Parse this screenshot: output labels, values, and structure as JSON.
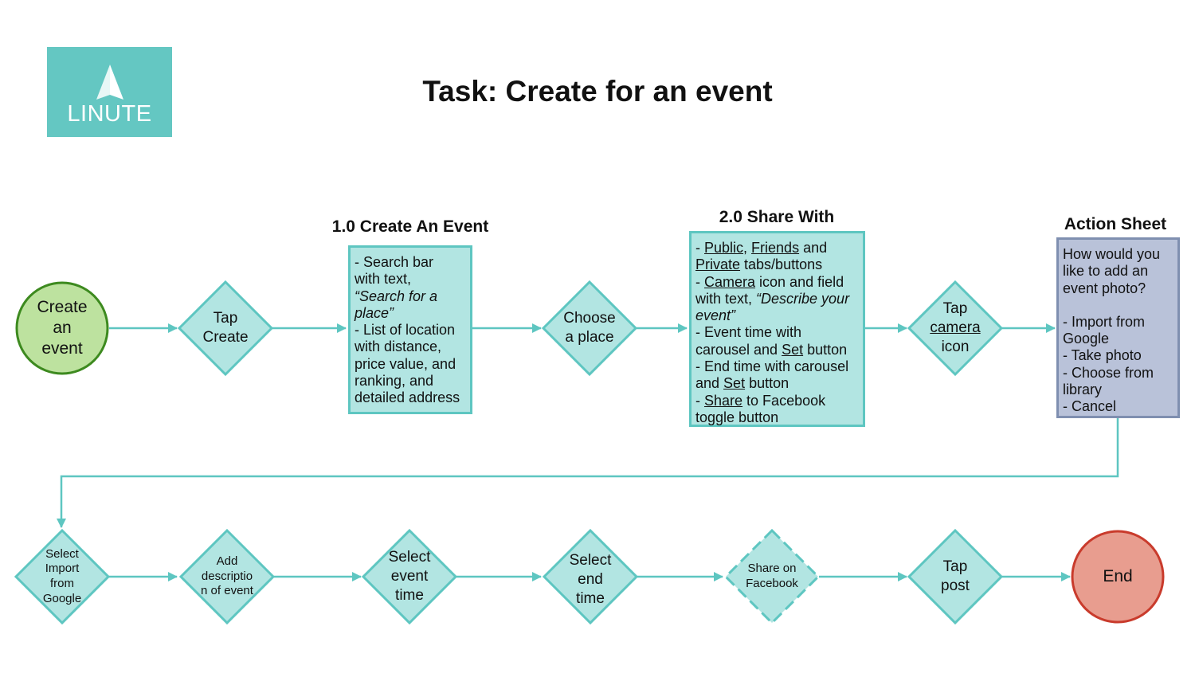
{
  "title": "Task: Create for an event",
  "logo": {
    "text": "LINUTE",
    "color": "#64c7c2"
  },
  "colors": {
    "line": "#5ec6c1",
    "step_fill": "#b2e5e2",
    "start_fill": "#bde29f",
    "start_stroke": "#3d8a1f",
    "end_fill": "#e89d8f",
    "end_stroke": "#c93b2c",
    "sheet_fill": "#b9c2d9",
    "sheet_stroke": "#7f8fb0"
  },
  "nodes": {
    "start": "Create\nan\nevent",
    "tap_create": "Tap\nCreate",
    "choose_place": "Choose\na place",
    "tap_camera": {
      "line1": "Tap",
      "line2": "camera",
      "line3": "icon"
    },
    "select_import": "Select\nImport\nfrom\nGoogle",
    "add_description": "Add\ndescriptio\nn of event",
    "select_event_time": "Select\nevent\ntime",
    "select_end_time": "Select\nend\ntime",
    "share_facebook": "Share on\nFacebook",
    "tap_post": "Tap\npost",
    "end": "End"
  },
  "create_event": {
    "title": "1.0 Create An Event",
    "lines": {
      "l1": "- Search bar",
      "l2": "with text,",
      "l3": "“Search for a",
      "l4": "place”",
      "l5": "- List of location",
      "l6": "with distance,",
      "l7": "price value, and",
      "l8": "ranking, and",
      "l9": "detailed address"
    }
  },
  "share_with": {
    "title": "2.0 Share With",
    "public": "Public",
    "comma": ", ",
    "friends": "Friends",
    "and": " and",
    "private": "Private",
    "tabs_buttons": " tabs/buttons",
    "dash": "- ",
    "camera": "Camera",
    "icon_field": " icon and field",
    "with_text": "with text, ",
    "describe1": "“Describe your",
    "describe2": "event”",
    "event_time": "- Event time with",
    "carousel_and": "carousel and ",
    "set": "Set",
    "button": " button",
    "end_time": "- End time with carousel",
    "and_": "and ",
    "share": "Share",
    "to_facebook": " to Facebook",
    "toggle": "toggle button"
  },
  "action_sheet": {
    "title": "Action Sheet",
    "lines": {
      "l1": "How would you",
      "l2": "like to add an",
      "l3": "event photo?",
      "l4": "- Import from",
      "l5": "Google",
      "l6": "- Take photo",
      "l7": "- Choose from",
      "l8": "library",
      "l9": "- Cancel"
    }
  }
}
